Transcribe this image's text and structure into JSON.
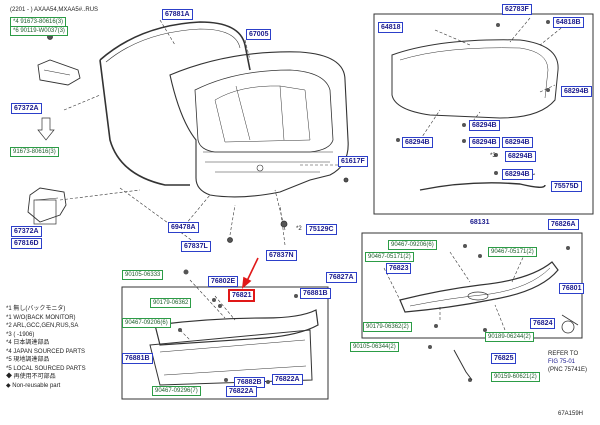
{
  "header": {
    "line1": "(2201 - ) AXAA54,MXAA5#..RUS",
    "line2": "*4  91673-80616(3)",
    "line3": "*6  90119-W0037(3)"
  },
  "parts": {
    "p67881A": "67881A",
    "p67005": "67005",
    "p67372A_top": "67372A",
    "p91673_80616": "91673-80616(3)",
    "p67372A_bot": "67372A",
    "p67816D": "67816D",
    "p61617F": "61617F",
    "p69478A": "69478A",
    "p67837L": "67837L",
    "p67837N": "67837N",
    "p75129C": "75129C",
    "p75129C_mark": "*2",
    "p64818": "64818",
    "p62783F": "62783F",
    "p64818B": "64818B",
    "p68294B_1": "68294B",
    "p68294B_2": "68294B",
    "p68294B_3": "68294B",
    "p68294B_4": "68294B",
    "p68294B_5": "68294B",
    "p68294B_6": "68294B",
    "p68294B_mark": "*3",
    "p68294B_7": "68294B",
    "p75575D": "75575D",
    "p68131": "68131",
    "p76826A": "76826A",
    "p90105_06333": "90105-06333",
    "p76802E": "76802E",
    "p90179_06362_l": "90179-06362",
    "p76821": "76821",
    "p76881B_r": "76881B",
    "p90467_09206_l": "90467-09206(6)",
    "p76881B_l": "76881B",
    "p76882B": "76882B",
    "p76822A_r": "76822A",
    "p90467_09296": "90467-09296(7)",
    "p76822A_b": "76822A",
    "p76827A": "76827A",
    "p90467_09206_r": "90467-09206(6)",
    "p90467_05171_a": "90467-05171(2)",
    "p76823": "76823",
    "p90467_05171_b": "90467-05171(2)",
    "p76801": "76801",
    "p90179_06362_r": "90179-06362(2)",
    "p76824": "76824",
    "p90189_06244": "90189-06244(2)",
    "p90105_06344": "90105-06344(2)",
    "p76825": "76825",
    "p90159_60621": "90159-60621(2)"
  },
  "refer": {
    "line1": "REFER TO",
    "line2": "FIG 75-01",
    "line3": "(PNC 75741E)"
  },
  "legend": [
    "*1 無し(バックモニタ)",
    "*1 W/O(BACK MONITOR)",
    "*2 ARL,GCC,GEN,RUS,SA",
    "*3 (    -1906)",
    "*4 日本調達部品",
    "*4 JAPAN SOURCED PARTS",
    "*5 現地調達部品",
    "*5 LOCAL SOURCED PARTS",
    "◆ 再使用不可部品",
    "◆ Non-reusable part"
  ],
  "figure_code": "67A159H",
  "colors": {
    "label_border": "#2c3fc9",
    "green_border": "#2c9c46",
    "highlight": "#e01818",
    "line": "#333333"
  }
}
